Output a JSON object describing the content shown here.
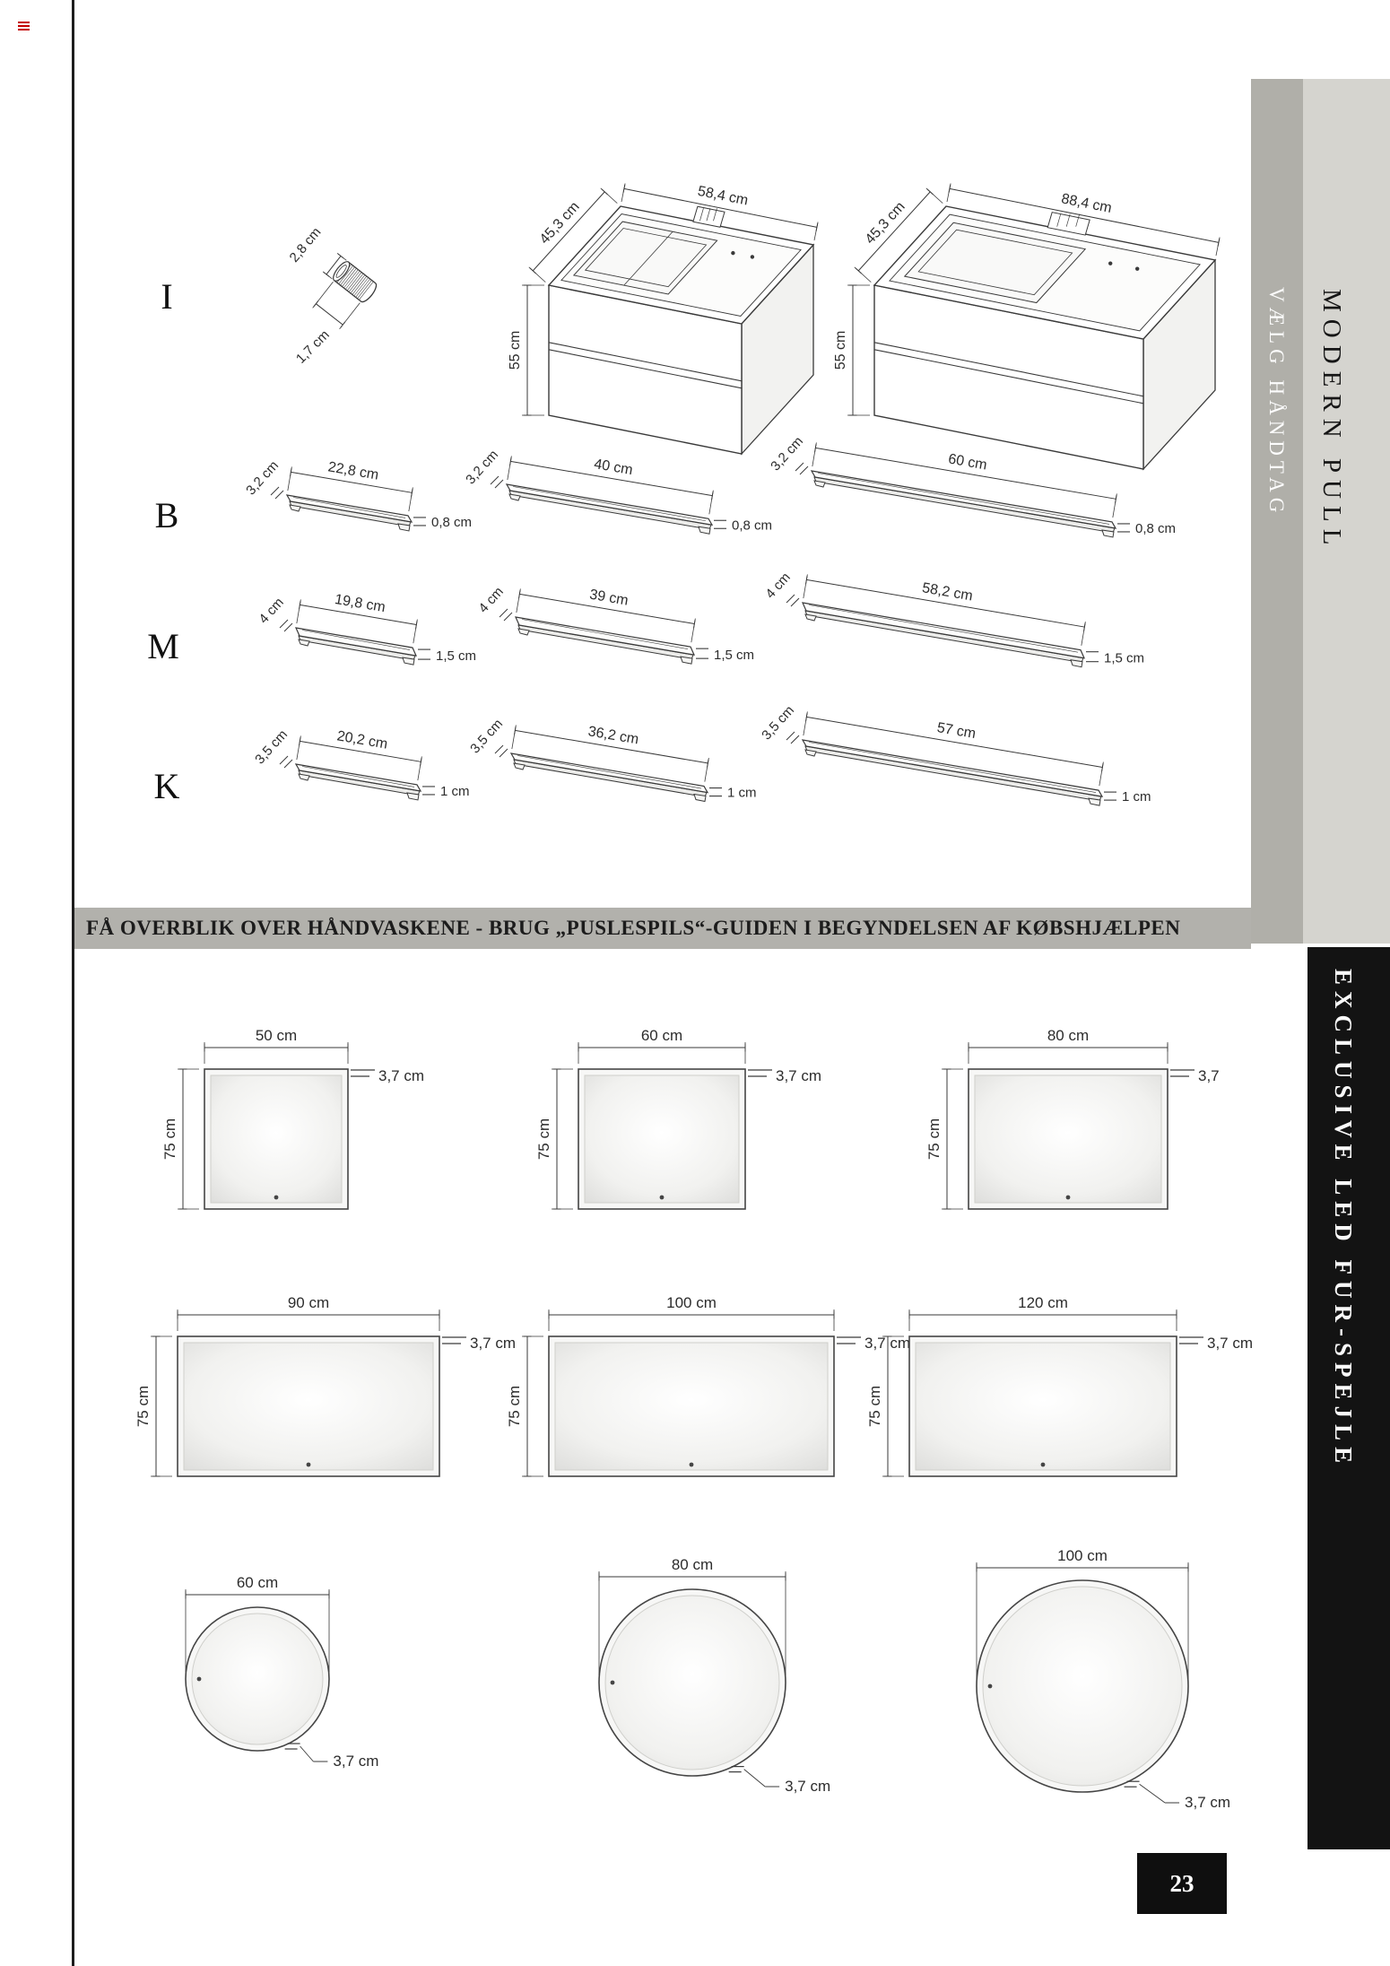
{
  "page": {
    "number": "23",
    "banner_text": "FÅ OVERBLIK OVER HÅNDVASKENE - BRUG „PUSLESPILS“-GUIDEN I BEGYNDELSEN AF KØBSHJÆLPEN"
  },
  "sidebar": {
    "section_title": "MODERN PULL",
    "section_subtitle": "VÆLG HÅNDTAG",
    "lower_title": "EXCLUSIVE LED FUR-SPEJLE"
  },
  "knob": {
    "row_label": "I",
    "diameter": "2,8 cm",
    "length": "1,7 cm"
  },
  "cabinets": [
    {
      "depth": "45,3 cm",
      "width": "58,4 cm",
      "height": "55 cm"
    },
    {
      "depth": "45,3 cm",
      "width": "88,4 cm",
      "height": "55 cm"
    }
  ],
  "handle_rows": [
    {
      "label": "B",
      "items": [
        {
          "height": "3,2 cm",
          "length": "22,8 cm",
          "thickness": "0,8 cm"
        },
        {
          "height": "3,2 cm",
          "length": "40 cm",
          "thickness": "0,8 cm"
        },
        {
          "height": "3,2 cm",
          "length": "60 cm",
          "thickness": "0,8 cm"
        }
      ]
    },
    {
      "label": "M",
      "items": [
        {
          "height": "4 cm",
          "length": "19,8 cm",
          "thickness": "1,5 cm"
        },
        {
          "height": "4 cm",
          "length": "39 cm",
          "thickness": "1,5 cm"
        },
        {
          "height": "4 cm",
          "length": "58,2 cm",
          "thickness": "1,5 cm"
        }
      ]
    },
    {
      "label": "K",
      "items": [
        {
          "height": "3,5 cm",
          "length": "20,2 cm",
          "thickness": "1 cm"
        },
        {
          "height": "3,5 cm",
          "length": "36,2 cm",
          "thickness": "1 cm"
        },
        {
          "height": "3,5 cm",
          "length": "57 cm",
          "thickness": "1 cm"
        }
      ]
    }
  ],
  "rect_mirrors": [
    {
      "width": "50 cm",
      "height": "75 cm",
      "depth": "3,7 cm"
    },
    {
      "width": "60 cm",
      "height": "75 cm",
      "depth": "3,7 cm"
    },
    {
      "width": "80 cm",
      "height": "75 cm",
      "depth": "3,7"
    },
    {
      "width": "90 cm",
      "height": "75 cm",
      "depth": "3,7 cm"
    },
    {
      "width": "100 cm",
      "height": "75 cm",
      "depth": "3,7 cm"
    },
    {
      "width": "120 cm",
      "height": "75 cm",
      "depth": "3,7 cm"
    }
  ],
  "round_mirrors": [
    {
      "diameter": "60 cm",
      "depth": "3,7 cm"
    },
    {
      "diameter": "80 cm",
      "depth": "3,7 cm"
    },
    {
      "diameter": "100 cm",
      "depth": "3,7 cm"
    }
  ],
  "colors": {
    "line": "#3a3a3a",
    "accent_red": "#c40000",
    "sidebar_gray": "#d5d4cf",
    "sidebar_gray_dark": "#b0afa9",
    "banner_gray": "#b2b1ac",
    "black_panel": "#131313"
  }
}
